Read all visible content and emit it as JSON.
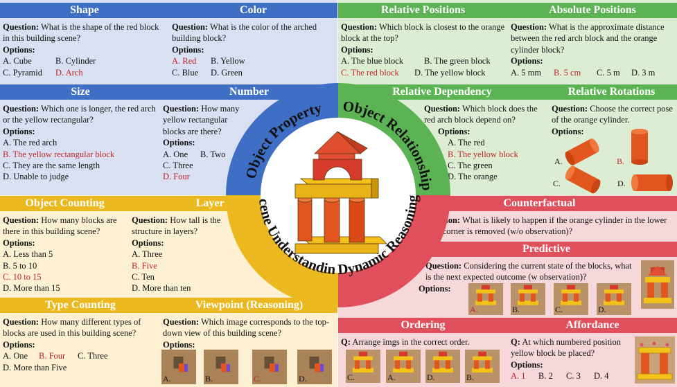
{
  "colors": {
    "blue": "#3f6fc4",
    "blue_bg": "#d9e0f1",
    "green": "#5bb353",
    "green_bg": "#dcedd3",
    "yellow": "#ecb820",
    "yellow_bg": "#fdf0d3",
    "red": "#e0505c",
    "red_bg": "#f6d7da",
    "answer": "#c0262d"
  },
  "categories": {
    "object_property": "Object Property",
    "object_relationship": "Object Relationship",
    "scene_understanding": "Scene Understanding",
    "dynamic_reasoning": "Dynamic Reasoning"
  },
  "shape": {
    "title": "Shape",
    "q_label": "Question:",
    "q": "What is the shape of the red block in this building scene?",
    "opt_label": "Options:",
    "o1": "A. Cube",
    "o2": "B. Cylinder",
    "o3": "C. Pyramid",
    "o4": "D. Arch"
  },
  "color": {
    "title": "Color",
    "q_label": "Question:",
    "q": "What is the color of the arched building block?",
    "opt_label": "Options:",
    "o1": "A. Red",
    "o2": "B. Yellow",
    "o3": "C. Blue",
    "o4": "D. Green"
  },
  "relpos": {
    "title": "Relative Positions",
    "q_label": "Question:",
    "q": "Which block is closest to the orange block at the top?",
    "opt_label": "Options:",
    "o1": "A. The blue block",
    "o2": "B. The green block",
    "o3": "C. The red block",
    "o4": "D. The yellow block"
  },
  "abspos": {
    "title": "Absolute Positions",
    "q_label": "Question:",
    "q": "What is the approximate distance between the red arch block and the orange cylinder block?",
    "opt_label": "Options:",
    "o1": "A. 5 mm",
    "o2": "B. 5 cm",
    "o3": "C. 5 m",
    "o4": "D. 3 m"
  },
  "size": {
    "title": "Size",
    "q_label": "Question:",
    "q": "Which one is longer, the red arch or the yellow rectangular?",
    "opt_label": "Options:",
    "o1": "A. The red arch",
    "o2": "B. The yellow rectangular block",
    "o3": "C. They are the same length",
    "o4": "D. Unable to judge"
  },
  "number": {
    "title": "Number",
    "q_label": "Question:",
    "q": "How many yellow rectangular blocks are there?",
    "opt_label": "Options:",
    "o1": "A. One",
    "o2": "B. Two",
    "o3": "C. Three",
    "o4": "D. Four"
  },
  "reldep": {
    "title": "Relative Dependency",
    "q_label": "Question:",
    "q": "Which block does the red arch block depend on?",
    "opt_label": "Options:",
    "o1": "A. The red",
    "o2": "B. The yellow block",
    "o3": "C. The green",
    "o4": "D. The orange"
  },
  "relrot": {
    "title": "Relative Rotations",
    "q_label": "Question:",
    "q": "Choose the correct pose of the orange cylinder.",
    "opt_label": "Options:",
    "a": "A.",
    "b": "B.",
    "c": "C.",
    "d": "D."
  },
  "objcount": {
    "title": "Object Counting",
    "q_label": "Question:",
    "q": "How many blocks are there in this building scene?",
    "opt_label": "Options:",
    "o1": "A. Less than 5",
    "o2": "B. 5 to 10",
    "o3": "C. 10 to 15",
    "o4": "D. More than 15"
  },
  "layercount": {
    "title": "Layer Counting",
    "q_label": "Question:",
    "q": "How tall is the structure in layers?",
    "opt_label": "Options:",
    "o1": "A. Three",
    "o2": "B. Five",
    "o3": "C. Ten",
    "o4": "D. More than ten"
  },
  "typecount": {
    "title": "Type Counting",
    "q_label": "Question:",
    "q": "How many different types of blocks are used in this building scene?",
    "opt_label": "Options:",
    "o1": "A. One",
    "o2": "B. Four",
    "o3": "C. Three",
    "o4": "D. More than Five"
  },
  "viewpoint": {
    "title": "Viewpoint (Reasoning)",
    "q_label": "Question:",
    "q": "Which image corresponds to the top-down view of this building scene?",
    "opt_label": "Options:",
    "a": "A.",
    "b": "B.",
    "c": "C.",
    "d": "D."
  },
  "counterfactual": {
    "title": "Counterfactual",
    "q_label": "Question:",
    "q": "What is likely to happen if the orange cylinder in the lower right corner is removed (w/o observation)?"
  },
  "predictive": {
    "title": "Predictive",
    "q_label": "Question:",
    "q": "Considering the current state of the blocks, what is the next expected outcome (w observation)?",
    "opt_label": "Options:",
    "a": "A.",
    "b": "B.",
    "c": "C.",
    "d": "D."
  },
  "ordering": {
    "title": "Ordering",
    "q_label": "Q:",
    "q": "Arrange imgs in the correct order.",
    "a": "C.",
    "b": "A.",
    "c": "D.",
    "d": "B."
  },
  "affordance": {
    "title": "Affordance",
    "q_label": "Q:",
    "q": "At which numbered position yellow block be placed?",
    "opt_label": "Options:",
    "o1": "A. 1",
    "o2": "B. 2",
    "o3": "C. 3",
    "o4": "D. 4"
  }
}
